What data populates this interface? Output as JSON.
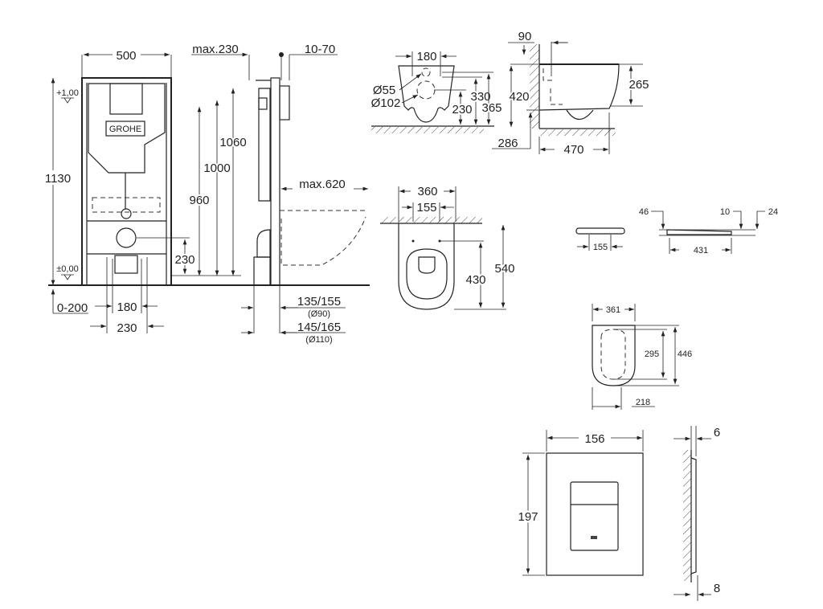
{
  "frame_view": {
    "logo": "GROHE",
    "width": "500",
    "max_depth": "max.230",
    "wall_offset": "10-70",
    "level_top": "+1,00",
    "level_zero": "±0,00",
    "total_height": "1130",
    "h1060": "1060",
    "h1000": "1000",
    "h960": "960",
    "h230": "230",
    "floor_range": "0-200",
    "w180": "180",
    "w230": "230",
    "max_projection": "max.620",
    "pipe90": "135/155",
    "pipe90_dia": "(Ø90)",
    "pipe110": "145/165",
    "pipe110_dia": "(Ø110)"
  },
  "bowl_rear_view": {
    "w180": "180",
    "d55": "Ø55",
    "d102": "Ø102",
    "h330": "330",
    "h230": "230",
    "h365": "365"
  },
  "bowl_side_view": {
    "d90": "90",
    "h420": "420",
    "h265": "265",
    "h286": "286",
    "l470": "470"
  },
  "bowl_top_view": {
    "w360": "360",
    "w155": "155",
    "l540": "540",
    "l430": "430"
  },
  "seat_views": {
    "h46": "46",
    "h10": "10",
    "h24": "24",
    "w155": "155",
    "l431": "431",
    "w361": "361",
    "l295": "295",
    "l446": "446",
    "l218": "218"
  },
  "flush_plate": {
    "width": "156",
    "height": "197",
    "depth_top": "6",
    "depth_bottom": "8"
  }
}
